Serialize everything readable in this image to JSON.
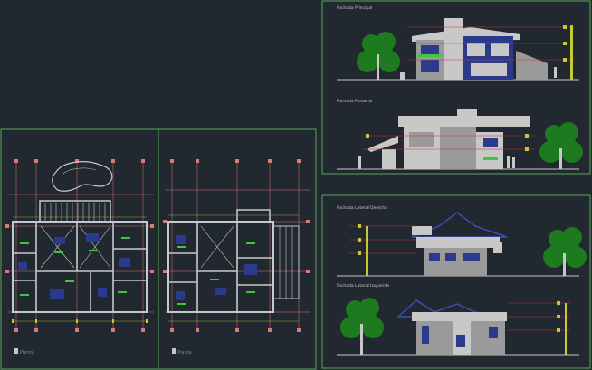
{
  "colors": {
    "background": "#212830",
    "frame": "#5fa35f",
    "wall": "#c8c8c8",
    "wall_dark": "#9a9a9a",
    "roof_blue": "#3b4fb0",
    "tree": "#1e7a1e",
    "tree_dark": "#0d4d0d",
    "dim_red": "#c83232",
    "dim_yellow": "#c8c832",
    "grid_pink": "#d67a7a",
    "glass": "#2c3a8c"
  },
  "sheets": {
    "elev_top": {
      "title_1": "Fachada Principal",
      "title_2": "Fachada Posterior"
    },
    "elev_bottom": {
      "title_1": "Fachada Lateral Derecha",
      "title_2": "Fachada Lateral Izquierda"
    },
    "plan_1": {
      "label": "Planta"
    },
    "plan_2": {
      "label": "Planta"
    }
  }
}
